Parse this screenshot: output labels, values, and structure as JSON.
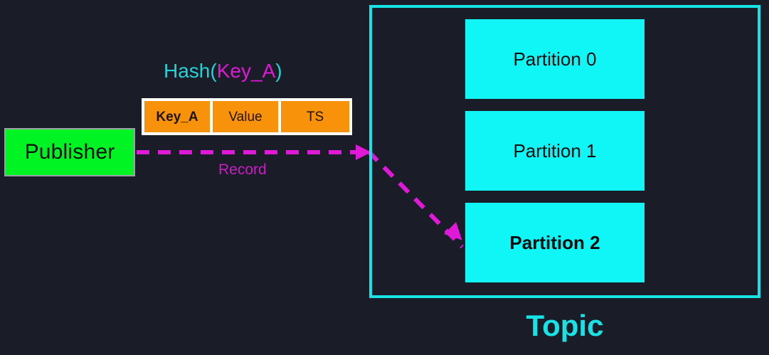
{
  "background_color": "#1a1d27",
  "colors": {
    "cyan": "#17e2e5",
    "partition_fill": "#10f5f5",
    "magenta": "#e018d8",
    "green": "#00f423",
    "orange": "#f9920b",
    "white": "#ffffff"
  },
  "publisher": {
    "label": "Publisher"
  },
  "hash": {
    "prefix": "Hash(",
    "key": "Key_A",
    "suffix": ")"
  },
  "record": {
    "arrow_label": "Record",
    "cells": [
      {
        "label": "Key_A",
        "kind": "key"
      },
      {
        "label": "Value",
        "kind": "value"
      },
      {
        "label": "TS",
        "kind": "ts"
      }
    ]
  },
  "topic": {
    "label": "Topic",
    "partitions": [
      {
        "label": "Partition 0",
        "highlighted": false
      },
      {
        "label": "Partition 1",
        "highlighted": false
      },
      {
        "label": "Partition 2",
        "highlighted": true
      }
    ]
  }
}
